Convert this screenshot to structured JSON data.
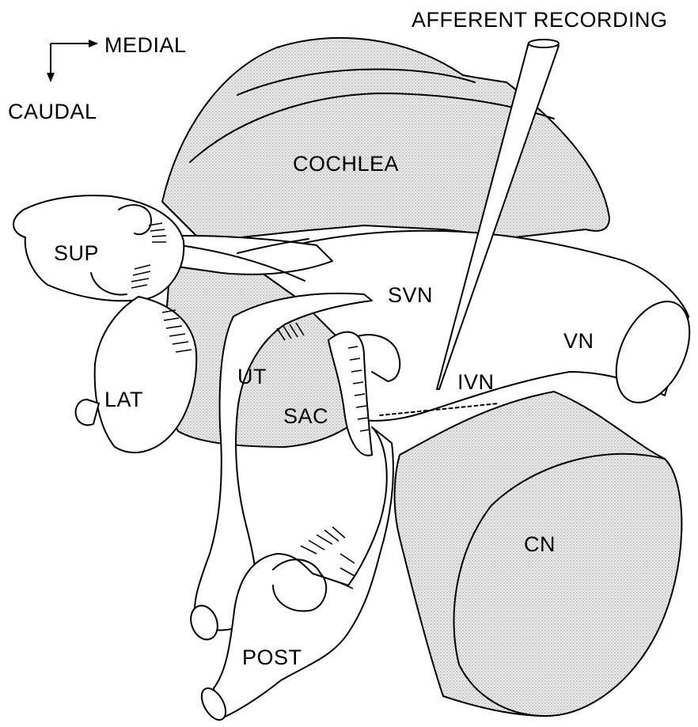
{
  "orientation": {
    "medial": "MEDIAL",
    "caudal": "CAUDAL"
  },
  "electrode_label": "AFFERENT RECORDING",
  "labels": {
    "cochlea": "COCHLEA",
    "sup": "SUP",
    "lat": "LAT",
    "ut": "UT",
    "sac": "SAC",
    "svn": "SVN",
    "ivn": "IVN",
    "vn": "VN",
    "cn": "CN",
    "post": "POST"
  },
  "colors": {
    "ink": "#000000",
    "stipple": "#e4e4e4",
    "background": "#ffffff"
  }
}
